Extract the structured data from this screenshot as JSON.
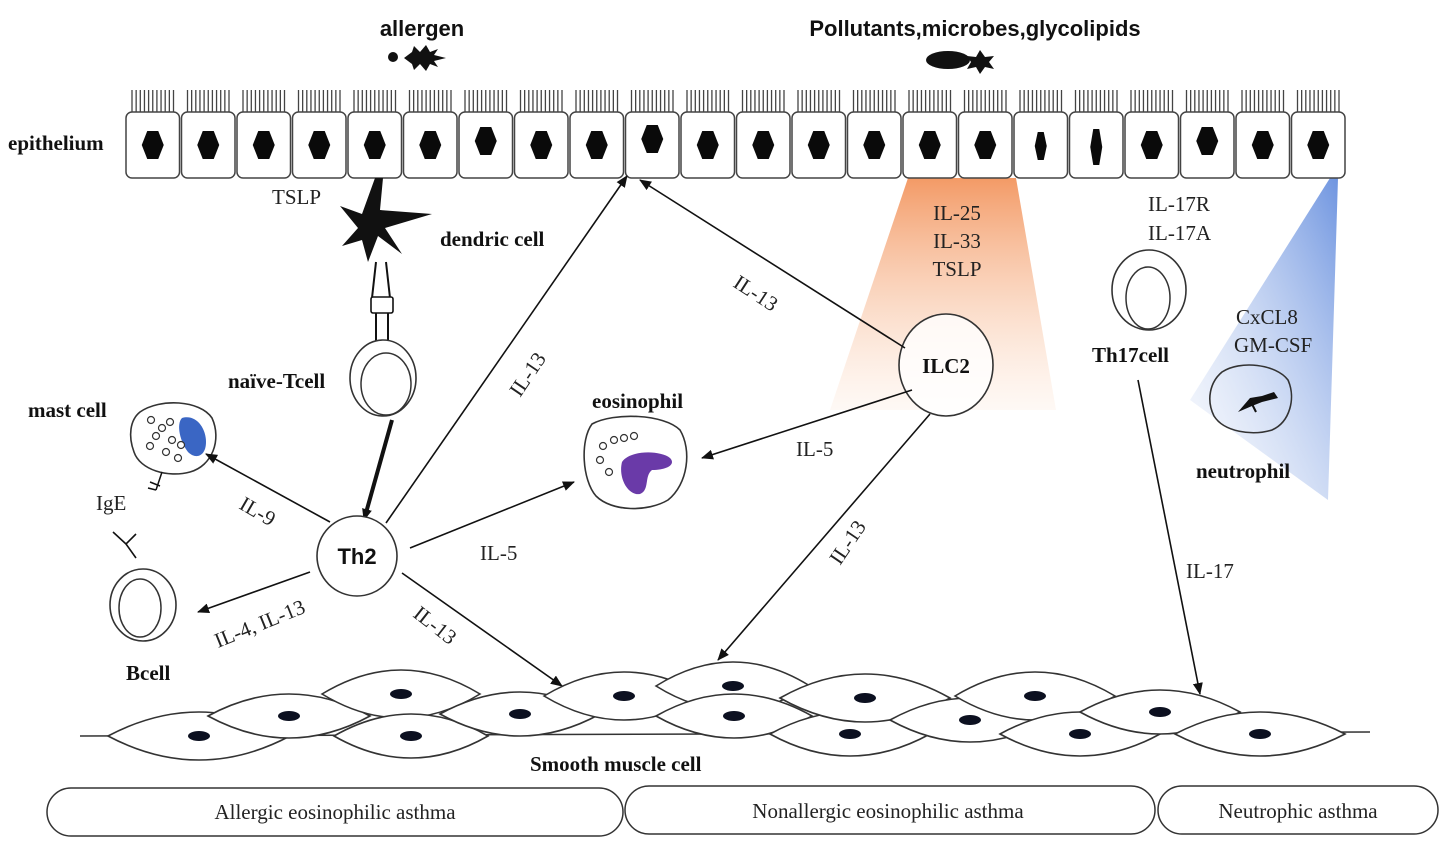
{
  "title": "Asthma immunopathology pathways",
  "colors": {
    "ilc2_gradient": "#f4a070",
    "neutrophil_gradient": "#7b9ee0",
    "mast_nucleus": "#3a66c4",
    "eosinophil_nucleus": "#6a3aa8",
    "ink": "#111111"
  },
  "stimuli": {
    "allergen": "allergen",
    "pollutants": "Pollutants,microbes,glycolipids"
  },
  "epithelium": {
    "label": "epithelium",
    "cell_count": 22
  },
  "cells": {
    "dendritic": "dendric cell",
    "naive_t": "naïve-Tcell",
    "mast": "mast cell",
    "th2": "Th2",
    "b_cell": "Bcell",
    "eosinophil": "eosinophil",
    "ilc2": "ILC2",
    "th17": "Th17cell",
    "neutrophil": "neutrophil",
    "smooth_muscle": "Smooth muscle cell"
  },
  "cytokines": {
    "tslp_dc": "TSLP",
    "ige": "IgE",
    "il9": "IL-9",
    "il4_il13": "IL-4, IL-13",
    "th2_il5": "IL-5",
    "th2_il13_epi": "IL-13",
    "th2_il13_smc": "IL-13",
    "ilc2_il13_epi": "IL-13",
    "ilc2_il5": "IL-5",
    "ilc2_il13_smc": "IL-13",
    "ilc2_inputs": [
      "IL-25",
      "IL-33",
      "TSLP"
    ],
    "th17_inputs": [
      "IL-17R",
      "IL-17A"
    ],
    "neutrophil_inputs": [
      "CxCL8",
      "GM-CSF"
    ],
    "il17": "IL-17"
  },
  "phenotypes": [
    "Allergic  eosinophilic  asthma",
    "Nonallergic  eosinophilic  asthma",
    "Neutrophic asthma"
  ]
}
